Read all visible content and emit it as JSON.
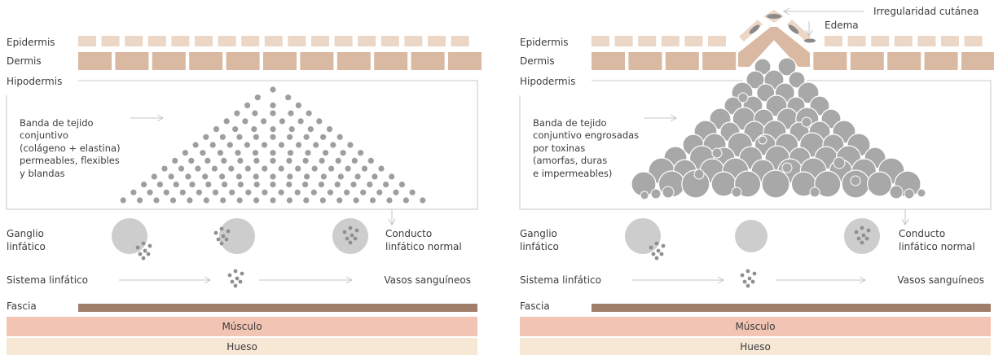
{
  "panels": [
    {
      "id": "normal",
      "labels": {
        "epidermis": "Epidermis",
        "dermis": "Dermis",
        "hipodermis": "Hipodermis",
        "ganglio": [
          "Ganglio",
          "linfático"
        ],
        "sistema": "Sistema linfático",
        "fascia": "Fascia",
        "musculo": "Músculo",
        "hueso": "Hueso",
        "banda": [
          "Banda de tejido",
          "conjuntivo",
          "(colágeno + elastina)",
          "permeables, flexibles",
          "y blandas"
        ],
        "conducto": [
          "Conducto",
          "linfático normal"
        ],
        "vasos": "Vasos sanguíneos"
      }
    },
    {
      "id": "cellulite",
      "labels": {
        "epidermis": "Epidermis",
        "dermis": "Dermis",
        "hipodermis": "Hipodermis",
        "ganglio": [
          "Ganglio",
          "linfático"
        ],
        "sistema": "Sistema linfático",
        "fascia": "Fascia",
        "musculo": "Músculo",
        "hueso": "Hueso",
        "banda": [
          "Banda de tejido",
          "conjuntivo engrosadas",
          "por toxinas",
          "(amorfas, duras",
          "e impermeables)"
        ],
        "conducto": [
          "Conducto",
          "linfático normal"
        ],
        "vasos": "Vasos sanguíneos",
        "irregularidad": "Irregularidad cutánea",
        "edema": "Edema"
      }
    }
  ],
  "colors": {
    "skin": "#d9b9a2",
    "skin_light": "#ecd6c6",
    "fascia": "#a07e6a",
    "muscle": "#f2c4b4",
    "bone": "#f7e8d6",
    "cell_small": "#9e9e9e",
    "cell_big": "#a8a8a8",
    "ganglion": "#cdcdcd",
    "frame": "#c8c8c8",
    "text": "#3c3c3c"
  }
}
